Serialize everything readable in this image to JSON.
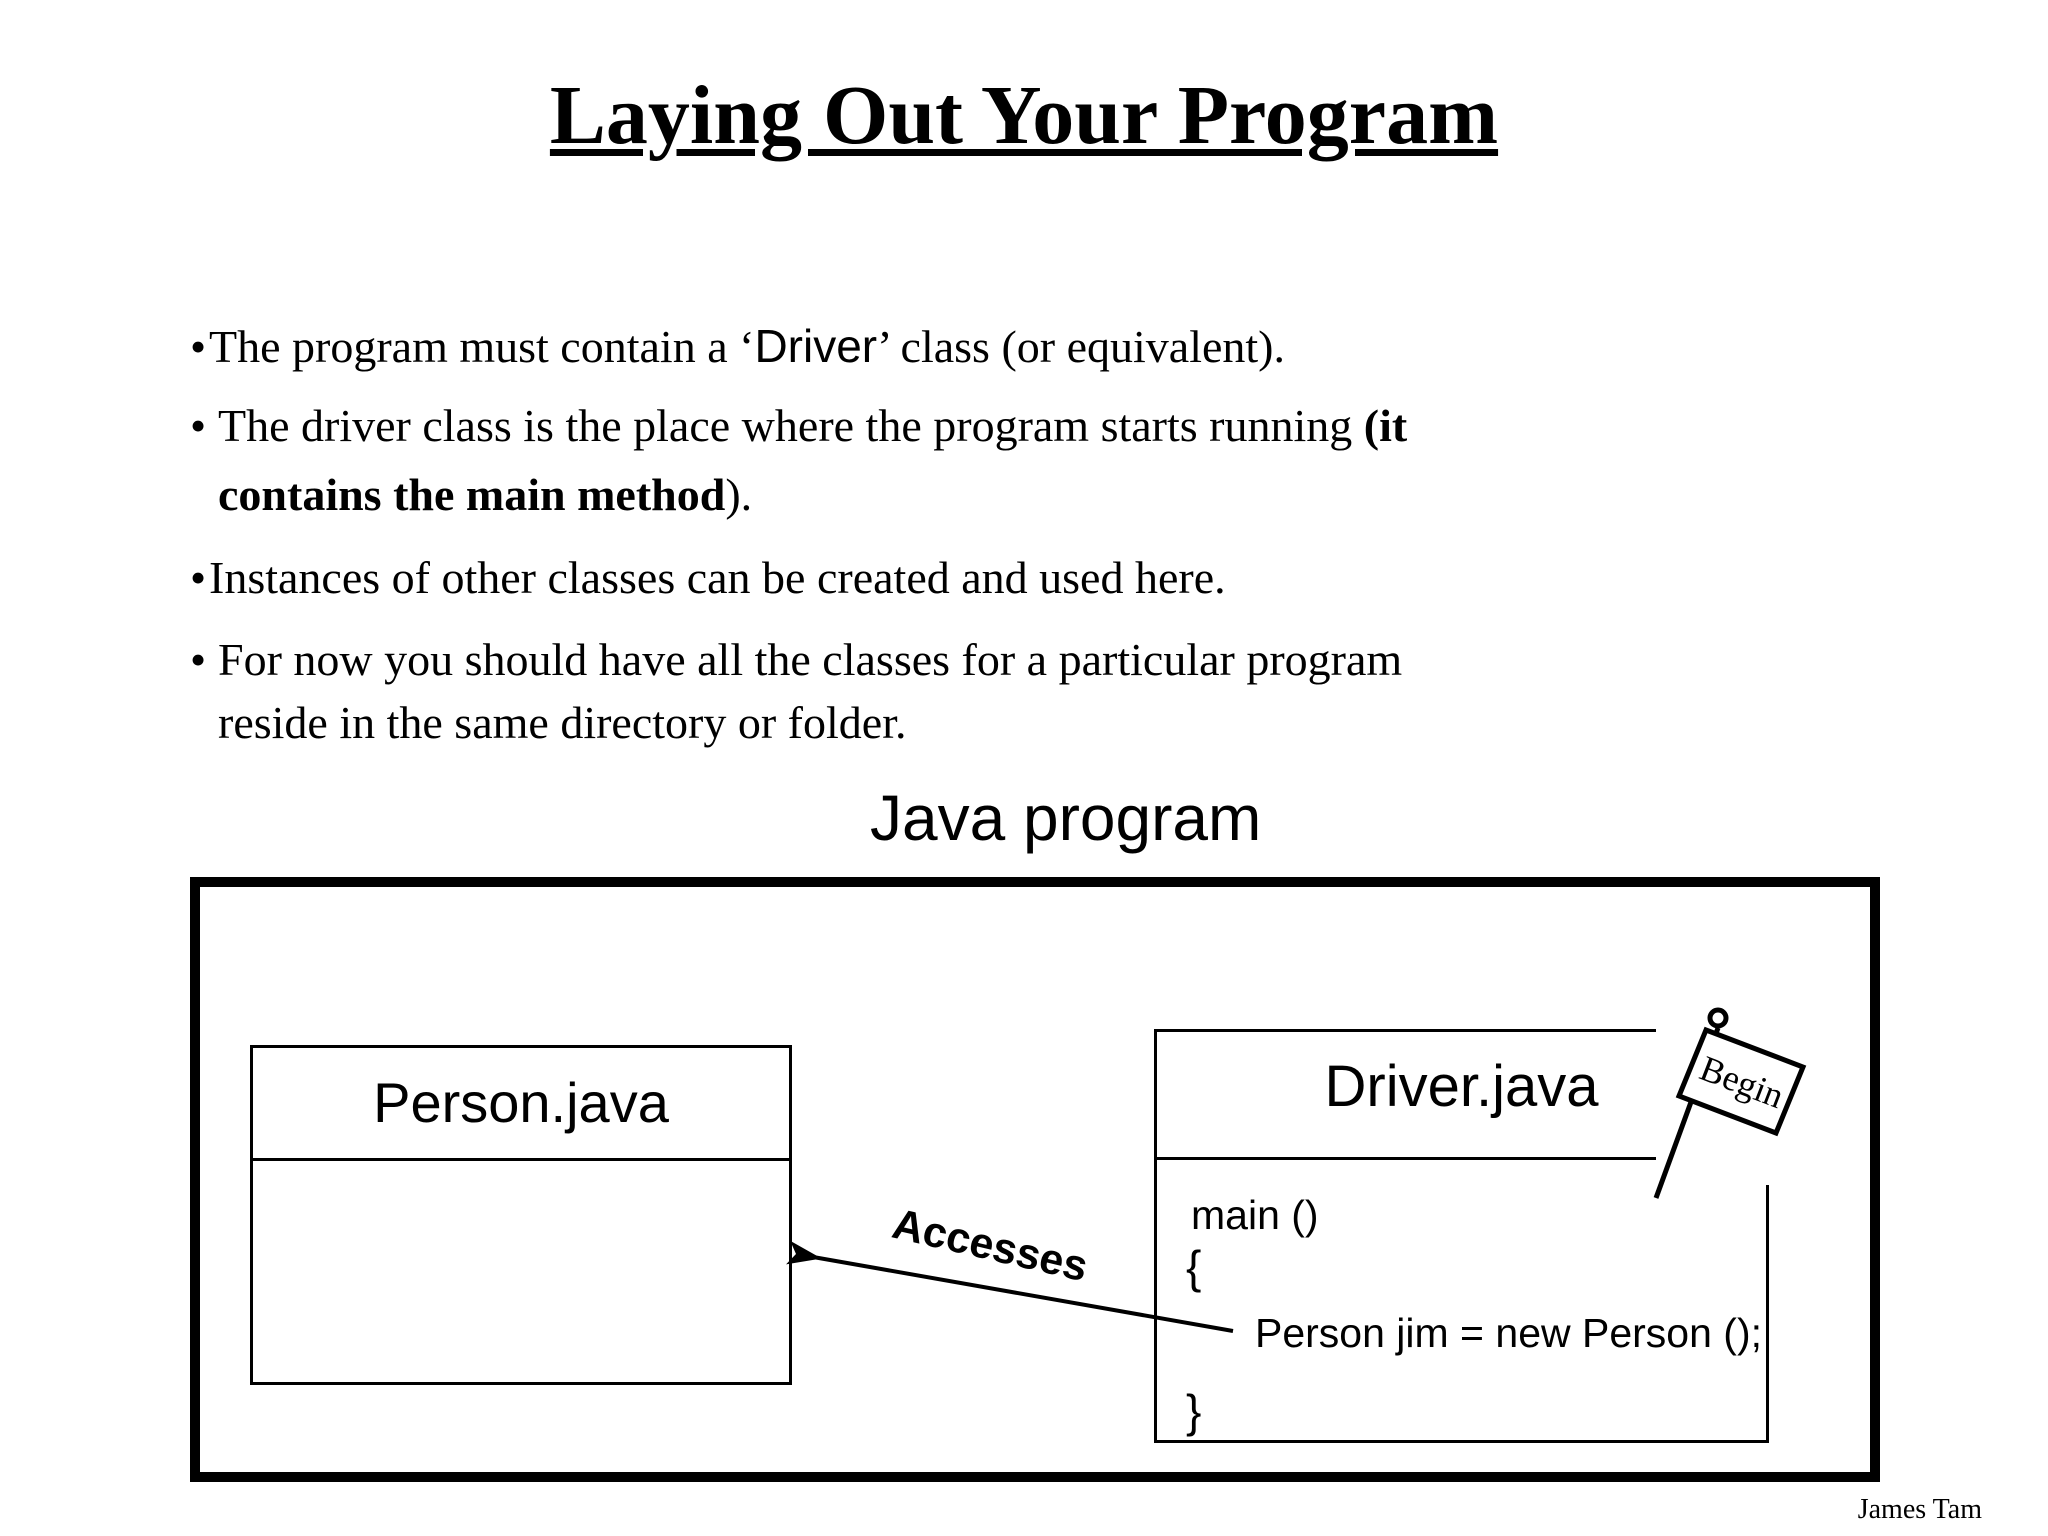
{
  "colors": {
    "background": "#ffffff",
    "ink": "#000000"
  },
  "slide": {
    "title": "Laying Out Your Program",
    "bullets": {
      "marker": "•",
      "b1_pre": "The program must contain a ‘",
      "b1_driver": "Driver",
      "b1_post": "’ class (or equivalent).",
      "b2_l1_normal": "The driver class is the place where the program starts running ",
      "b2_l1_bold": "(it",
      "b2_l2_bold": "contains the main method",
      "b2_l2_normal": ").",
      "b3_text": "Instances of other classes can be created and used here.",
      "b4_l1": "For now you should have all the classes for a particular program",
      "b4_l2": "reside in the same directory or folder."
    }
  },
  "diagram": {
    "label": "Java program",
    "person_box": {
      "title": "Person.java"
    },
    "driver_box": {
      "title": "Driver.java",
      "code": [
        "main ()",
        "{",
        "Person jim = new Person ();",
        "}"
      ]
    },
    "arrow_label": "Accesses",
    "flag_label": "Begin"
  },
  "footer": {
    "author": "James Tam"
  }
}
